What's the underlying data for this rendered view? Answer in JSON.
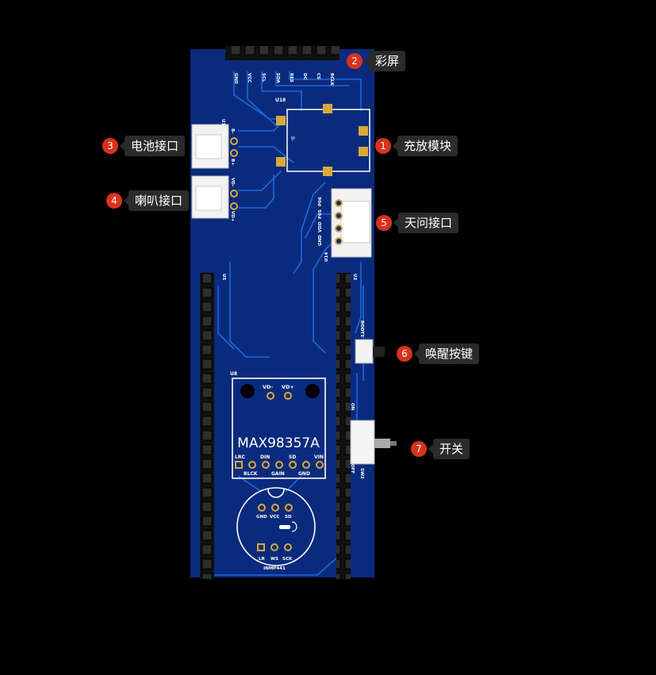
{
  "board": {
    "colors": {
      "pcb": "#0a2b7d",
      "trace": "#1e6de0",
      "silk": "#ffffff",
      "pad": "#d8a93a",
      "header": "#1a1a1a"
    },
    "top_header_pins": [
      "GND",
      "VCC",
      "SCL",
      "SDA",
      "RES",
      "DC",
      "CS",
      "BCLK"
    ],
    "u18": "U18",
    "u1": "U1",
    "u1_pins": [
      "B-",
      "B+"
    ],
    "u17": "U17",
    "u17_pins": [
      "VD-",
      "VD+"
    ],
    "u14": "U14",
    "u14_pins": [
      "P06",
      "P05",
      "VDD",
      "GND"
    ],
    "u5": "U5",
    "u2": "U2",
    "boot": "BOOT1",
    "on": "ON",
    "off": "OFF",
    "sw": "SW2",
    "amp": {
      "ref": "U8",
      "vdm": "VD-",
      "vdp": "VD+",
      "title": "MAX98357A",
      "pins_top": [
        "LRC",
        "DIN",
        "SD",
        "VIN"
      ],
      "pins_bottom": [
        "BLCK",
        "GAIN",
        "GND"
      ]
    },
    "mic": {
      "pins_top": [
        "GND",
        "VCC",
        "SD"
      ],
      "pins_bottom": [
        "LR",
        "WS",
        "SCK"
      ],
      "name": "INMP441"
    }
  },
  "callouts": [
    {
      "num": "1",
      "label": "充放模块"
    },
    {
      "num": "2",
      "label": "彩屏"
    },
    {
      "num": "3",
      "label": "电池接口"
    },
    {
      "num": "4",
      "label": "喇叭接口"
    },
    {
      "num": "5",
      "label": "天问接口"
    },
    {
      "num": "6",
      "label": "唤醒按键"
    },
    {
      "num": "7",
      "label": "开关"
    }
  ]
}
